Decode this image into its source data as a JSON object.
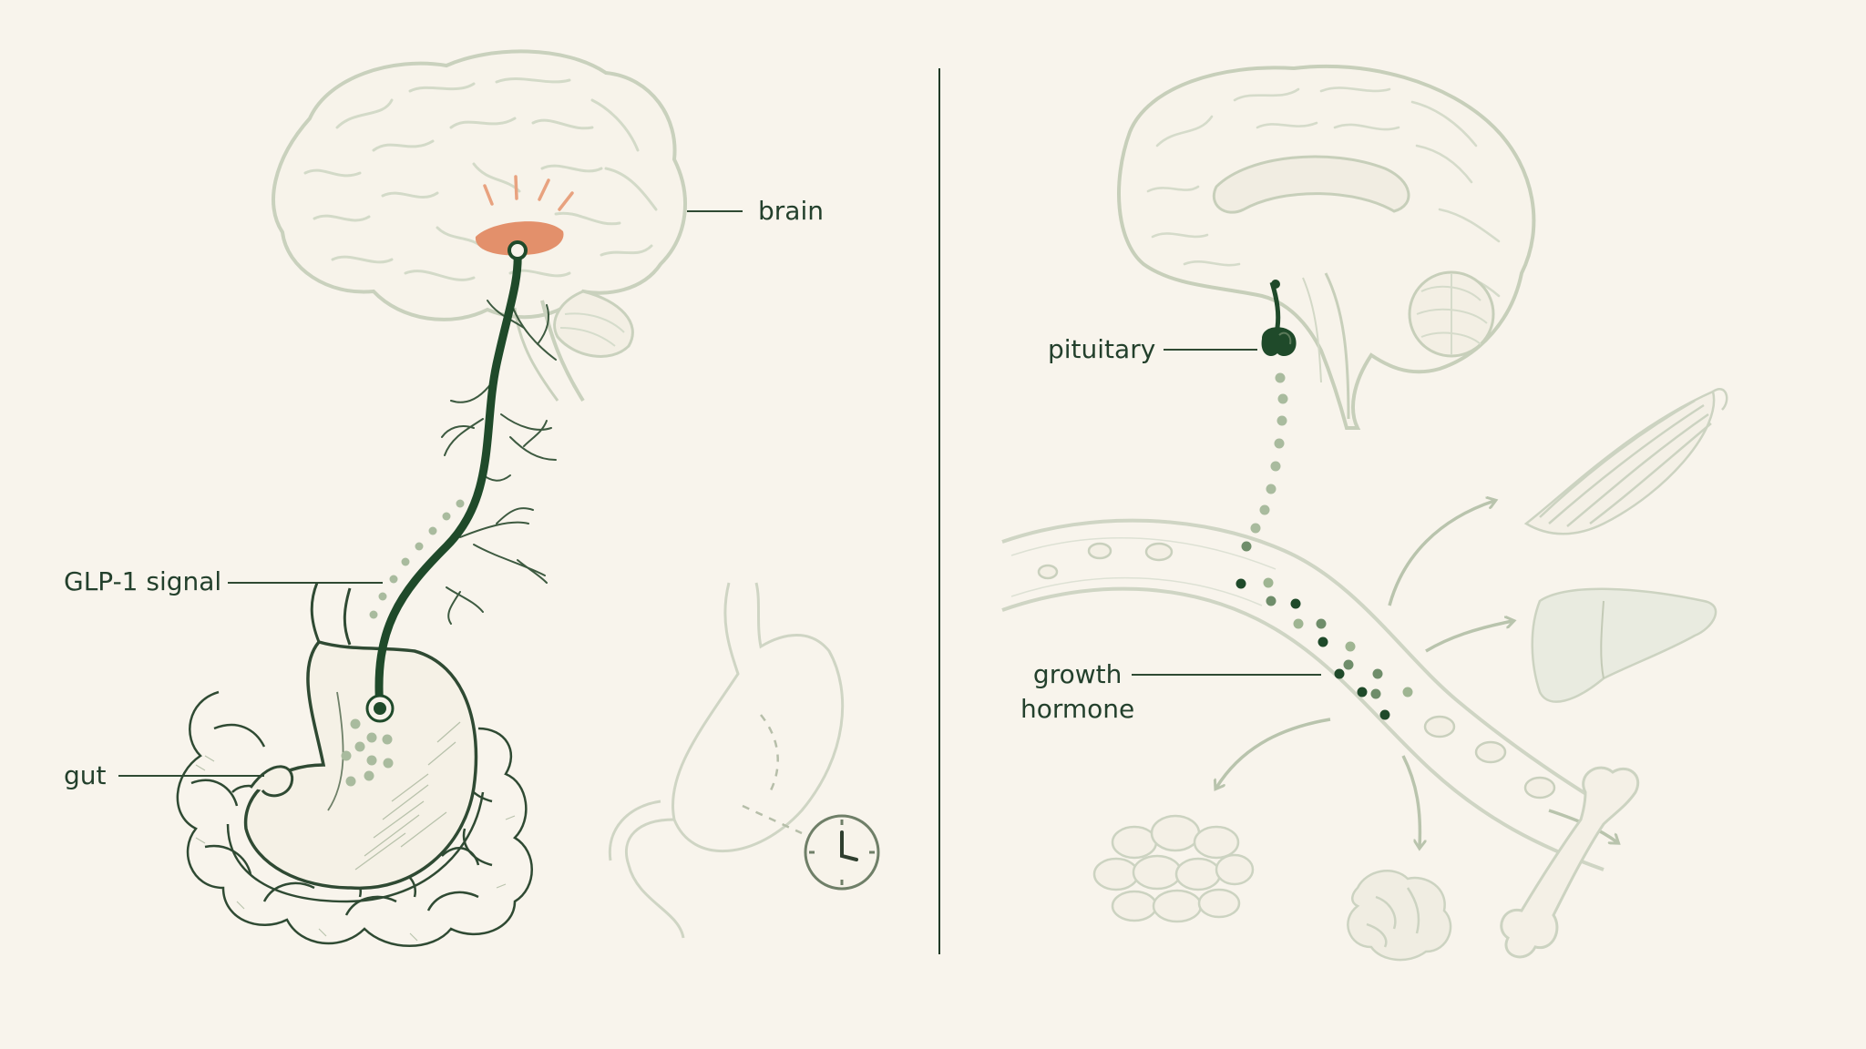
{
  "labels": {
    "brain": "brain",
    "glp1_signal": "GLP-1 signal",
    "gut": "gut",
    "pituitary": "pituitary",
    "growth_hormone_line1": "growth",
    "growth_hormone_line2": "hormone"
  },
  "colors": {
    "background": "#f8f4ec",
    "dark_green": "#1f4a2a",
    "faded_green": "#c9d1bd",
    "light_green": "#9fb592",
    "accent_orange": "#e3906b",
    "label_text": "#23402c"
  },
  "icons": [
    "clock-icon",
    "brain-icon",
    "stomach-icon",
    "intestine-icon",
    "pituitary-icon",
    "blood-vessel-icon",
    "muscle-icon",
    "liver-icon",
    "fat-cells-icon",
    "pancreas-icon",
    "bone-icon"
  ]
}
